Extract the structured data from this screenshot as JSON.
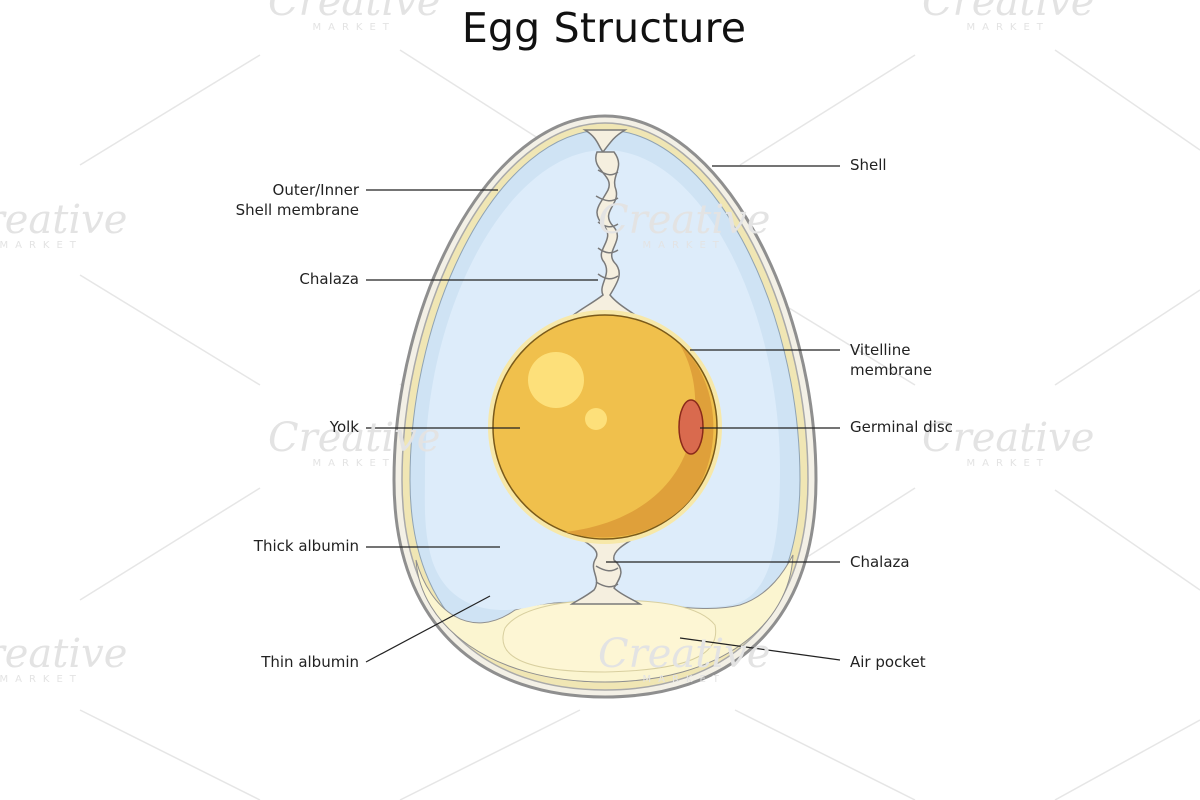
{
  "title": "Egg Structure",
  "labels": {
    "shell": "Shell",
    "membrane_line1": "Outer/Inner",
    "membrane_line2": "Shell membrane",
    "chalaza_top": "Chalaza",
    "vitelline_line1": "Vitelline",
    "vitelline_line2": "membrane",
    "yolk": "Yolk",
    "germinal_disc": "Germinal disc",
    "thick_albumin": "Thick albumin",
    "chalaza_bottom": "Chalaza",
    "thin_albumin": "Thin albumin",
    "air_pocket": "Air pocket"
  },
  "watermark": {
    "text": "Creative",
    "subtext": "MARKET"
  },
  "colors": {
    "shell": "#9a9a9a",
    "shell_fill": "#f3f0e6",
    "membrane": "#f0e6b4",
    "thin_albumin": "#fbf5d0",
    "thick_albumin": "#cfe3f4",
    "thick_albumin_inner": "#ddecfa",
    "yolk": "#f0c04c",
    "yolk_shade": "#dfa03a",
    "yolk_highlight": "#fde07a",
    "germinal_disc": "#d96a4e",
    "chalaza": "#f5efdf",
    "air_pocket": "#fdf6d4",
    "leader_line": "#222222"
  }
}
